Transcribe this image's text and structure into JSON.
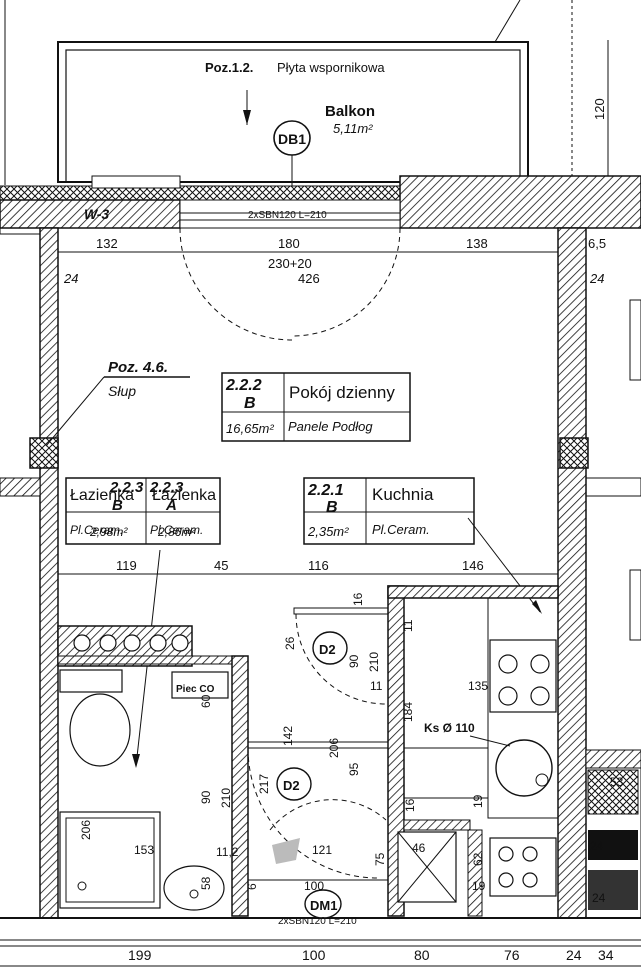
{
  "balcony": {
    "pos_label": "Poz.1.2.",
    "pos_desc": "Płyta wspornikowa",
    "name": "Balkon",
    "area": "5,11m²",
    "door_tag": "DB1",
    "dim_right": "120"
  },
  "top_wall": {
    "wall_tag": "W-3",
    "lintel": "2xSBN120 L=210",
    "dim_left": "132",
    "dim_mid": "180",
    "dim_right": "138",
    "dim_right_edge": "6,5",
    "door_size": "230+20",
    "door_size2": "426",
    "wall_left": "24",
    "wall_right": "24"
  },
  "column": {
    "pos_label": "Poz. 4.6.",
    "desc": "Słup"
  },
  "rooms": {
    "living": {
      "code": "2.2.2",
      "letter": "B",
      "name": "Pokój dzienny",
      "area": "16,65m²",
      "floor": "Panele Podłog"
    },
    "kitchen": {
      "code": "2.2.1",
      "letter": "B",
      "name": "Kuchnia",
      "area": "2,35m²",
      "floor": "Pl.Ceram."
    },
    "bath1": {
      "code": "2.2.3",
      "letter": "B",
      "name": "Łazienka",
      "area": "2,98m²",
      "floor": "Pl.Ceram."
    },
    "bath2": {
      "code": "2.2.3",
      "letter": "A",
      "name": "Łazienka",
      "area": "2,86m²",
      "floor": "Pl.Ceram."
    }
  },
  "mid_dims": {
    "d1": "119",
    "d2": "45",
    "d3": "116",
    "d4": "146"
  },
  "doors": {
    "d2_upper": "D2",
    "d2_lower": "D2",
    "dm1": "DM1"
  },
  "inner_dims": {
    "v16": "16",
    "v11a": "11",
    "v26": "26",
    "v90a": "90",
    "v210a": "210",
    "v11b": "11",
    "v184": "184",
    "v135": "135",
    "v142": "142",
    "v206a": "206",
    "v95": "95",
    "v217": "217",
    "v90b": "90",
    "v210b": "210",
    "v206b": "206",
    "v153": "153",
    "v112": "11,2",
    "v121": "121",
    "v75": "75",
    "v16b": "16",
    "v46": "46",
    "v19a": "19",
    "v62": "62",
    "v19b": "19",
    "v58": "58",
    "v60": "60",
    "v100": "100",
    "v6": "6",
    "v53": "53",
    "v24a": "24",
    "v24b": "24"
  },
  "vent": "Ks Ø 110",
  "piec": "Piec CO",
  "bottom_lintel": "2xSBN120 L=210",
  "bottom_dims": {
    "a": "199",
    "b": "100",
    "c": "80",
    "d": "76",
    "e": "24",
    "f": "34"
  }
}
